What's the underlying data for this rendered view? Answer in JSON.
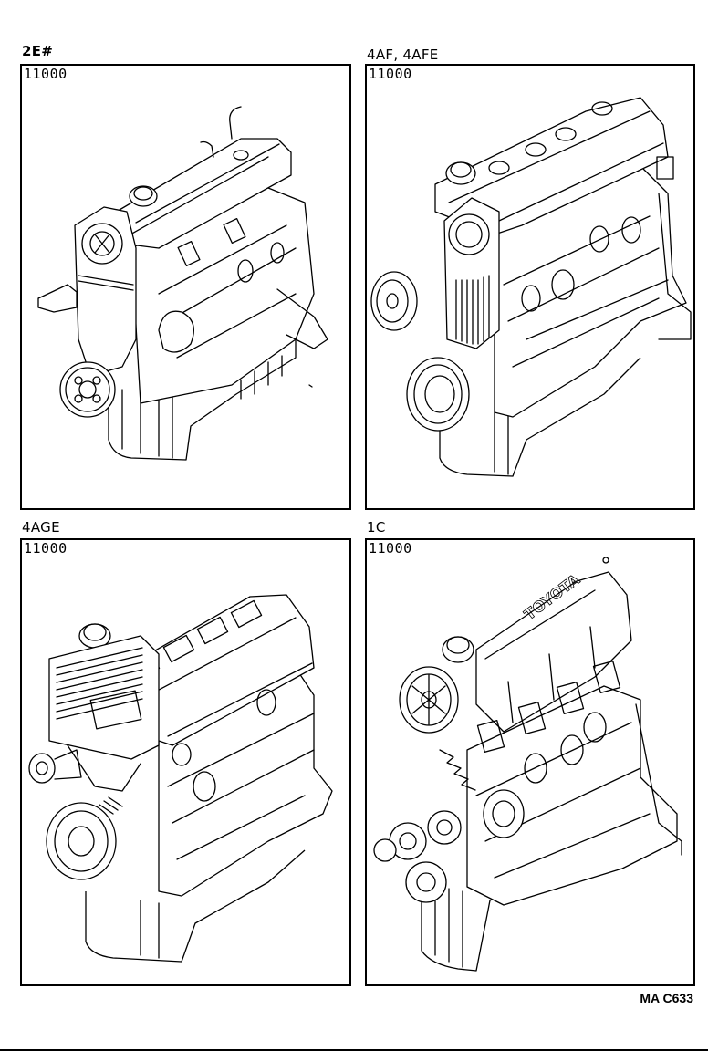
{
  "panels": [
    {
      "engine_code": "2E#",
      "part_number": "11000",
      "illustration": "engine-2e-partial-assembly"
    },
    {
      "engine_code": "4AF, 4AFE",
      "part_number": "11000",
      "illustration": "engine-4af-4afe-partial-assembly"
    },
    {
      "engine_code": "4AGE",
      "part_number": "11000",
      "illustration": "engine-4age-partial-assembly"
    },
    {
      "engine_code": "1C",
      "part_number": "11000",
      "illustration": "engine-1c-partial-assembly",
      "emboss_text": "TOYOTA"
    }
  ],
  "footer": {
    "figure_code": "MA C633"
  }
}
